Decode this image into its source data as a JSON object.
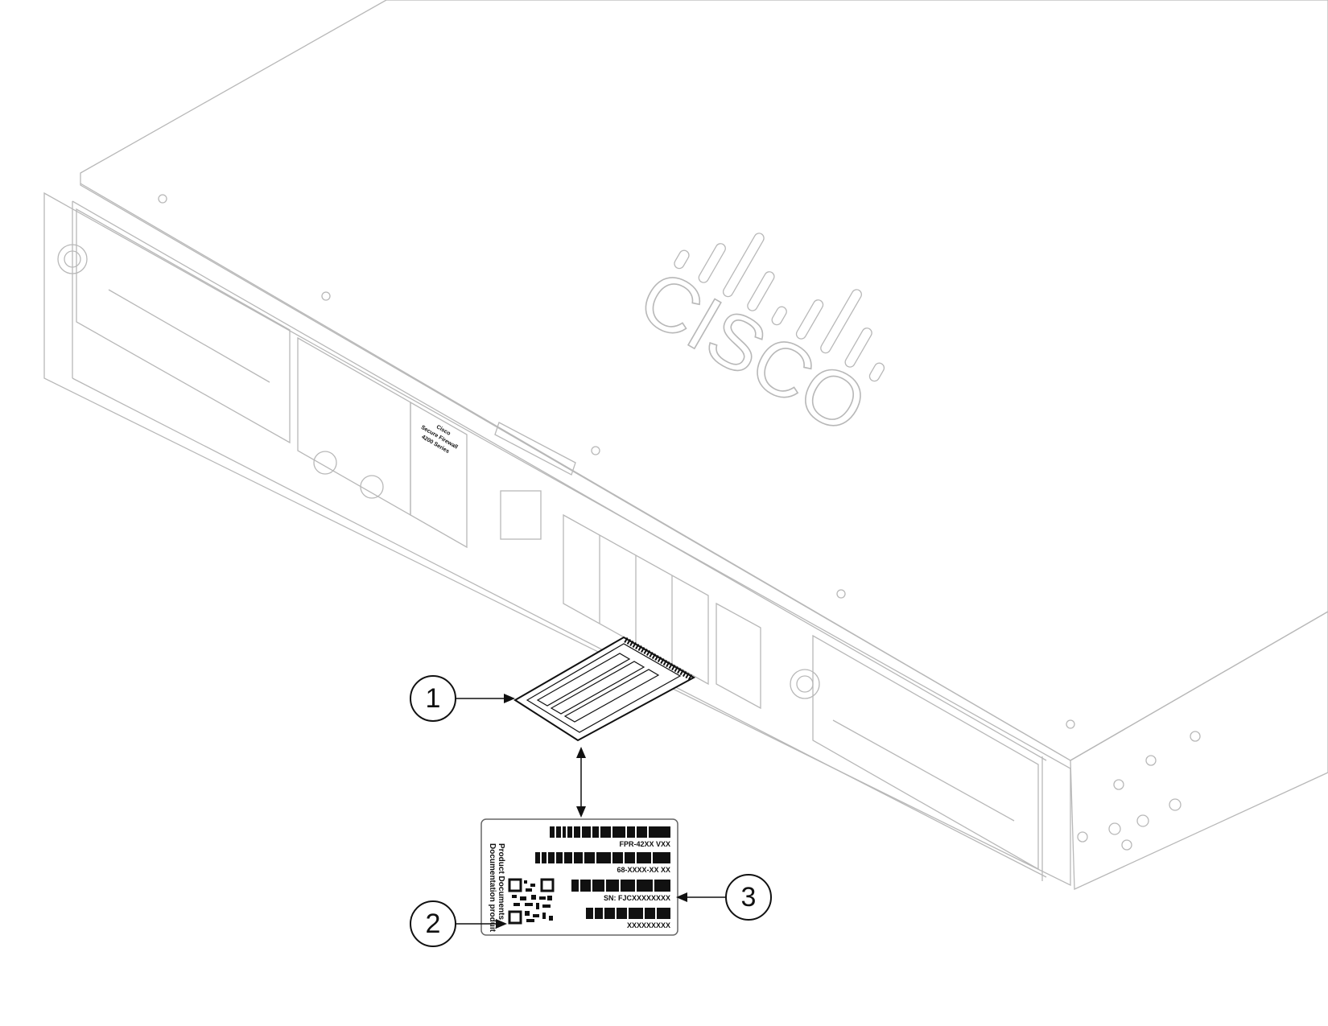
{
  "chassis": {
    "brand": "CISCO",
    "front_badge": [
      "Cisco",
      "Secure Firewall",
      "4200 Series"
    ]
  },
  "callouts": [
    {
      "number": "1"
    },
    {
      "number": "2"
    },
    {
      "number": "3"
    }
  ],
  "label": {
    "pid": "FPR-42XX VXX",
    "part_number": "68-XXXX-XX XX",
    "serial": "SN: FJCXXXXXXXX",
    "code": "XXXXXXXXX",
    "doc_line1": "Product Documents",
    "doc_line2": "Documentation produit"
  },
  "colors": {
    "line": "#b8b8b8",
    "ink": "#111111"
  }
}
